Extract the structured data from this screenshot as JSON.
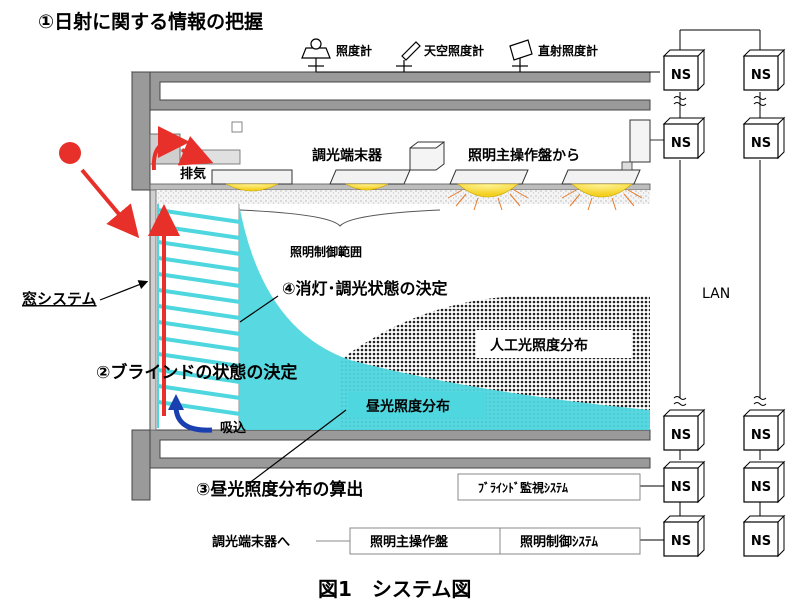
{
  "heading": "①日射に関する情報の把握",
  "sensors": {
    "illuminance_meter": "照度計",
    "sky_illuminance_meter": "天空照度計",
    "direct_illuminance_meter": "直射照度計"
  },
  "labels": {
    "exhaust": "排気",
    "intake": "吸込",
    "dimming_terminal": "調光端末器",
    "from_main_panel": "照明主操作盤から",
    "control_range": "照明制御範囲",
    "step4": "④消灯･調光状態の決定",
    "window_system": "窓システム",
    "step2": "②ブラインドの状態の決定",
    "daylight_distribution": "昼光照度分布",
    "artificial_distribution": "人工光照度分布",
    "step3": "③昼光照度分布の算出",
    "lan": "LAN"
  },
  "bottom_boxes": {
    "blind_monitor": "ﾌﾞﾗｲﾝﾄﾞ監視ｼｽﾃﾑ",
    "to_terminal": "調光端末器へ",
    "main_panel": "照明主操作盤",
    "lighting_control": "照明制御ｼｽﾃﾑ"
  },
  "ns_label": "NS",
  "caption": "図1　システム図",
  "colors": {
    "cyan": "#4fd7df",
    "red": "#e8302a",
    "blue": "#1a3fb0",
    "gray": "#9a9a9a",
    "lamp": "#f4e23a"
  }
}
